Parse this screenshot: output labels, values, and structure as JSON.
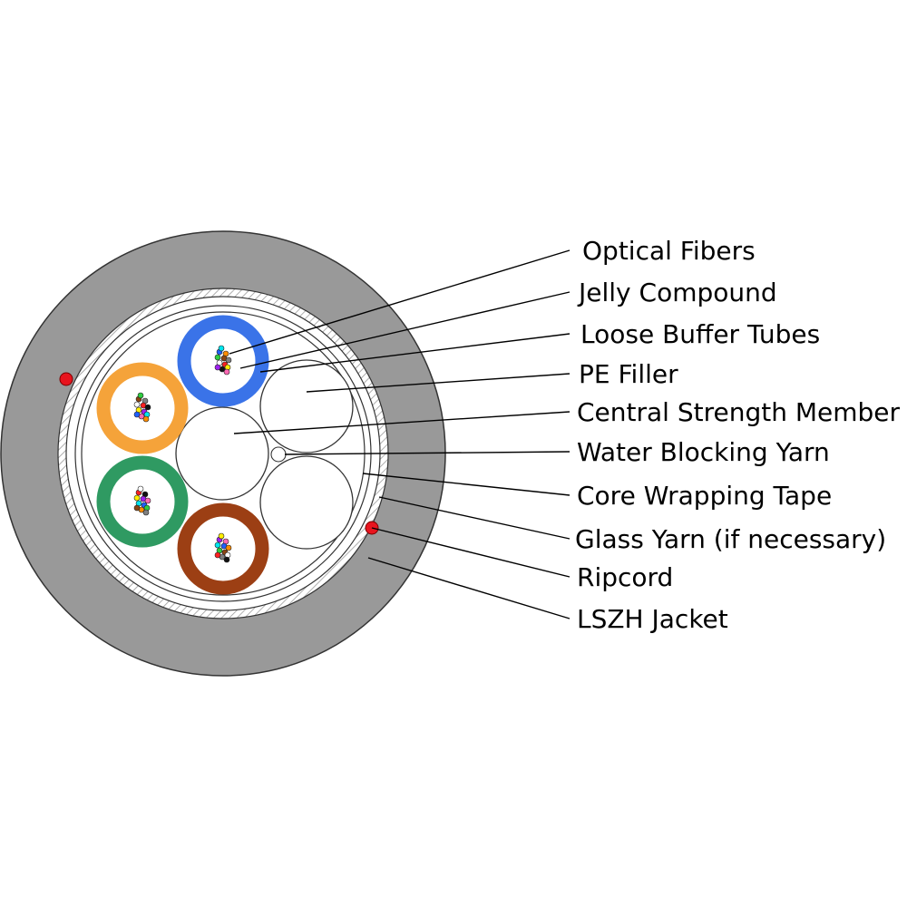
{
  "labels": {
    "optical_fibers": "Optical Fibers",
    "jelly_compound": "Jelly Compound",
    "loose_buffer_tubes": "Loose Buffer Tubes",
    "pe_filler": "PE Filler",
    "central_strength_member": "Central Strength Member",
    "water_blocking_yarn": "Water Blocking Yarn",
    "core_wrapping_tape": "Core Wrapping Tape",
    "glass_yarn": "Glass Yarn (if necessary)",
    "ripcord": "Ripcord",
    "lszh_jacket": "LSZH Jacket"
  },
  "colors": {
    "jacket": "#999999",
    "ripcord": "#e8141e",
    "tube_blue": "#3a73e8",
    "tube_orange": "#f5a33a",
    "tube_green": "#2f9a62",
    "tube_brown": "#9c3f14",
    "outline": "#333333",
    "leader": "#000000"
  },
  "fiber_colors": [
    "#1f5fff",
    "#ff8c00",
    "#2ecc40",
    "#8b4513",
    "#808080",
    "#ffffff",
    "#ff2020",
    "#111111",
    "#ffee00",
    "#a020f0",
    "#ff69b4",
    "#00e5ee"
  ]
}
